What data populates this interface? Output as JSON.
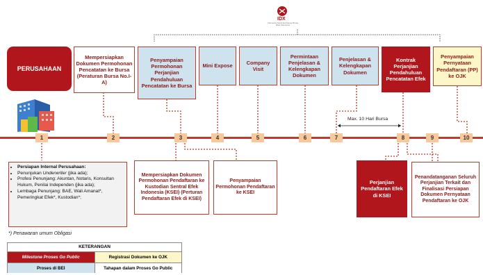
{
  "logo": {
    "text": "IDX",
    "tagline": "Indonesia Stock Exchange Bursa Efek Indonesia"
  },
  "company_label": "PERUSAHAAN",
  "top_boxes": [
    {
      "text": "Mempersiapkan Dokumen Permohonan Pencatatan ke Bursa (Peraturan Bursa No.I-A)",
      "style": "white"
    },
    {
      "text": "Penyampaian Permohonan Perjanjian Pendahuluan Pencatatan ke Bursa",
      "style": "blue"
    },
    {
      "text": "Mini Expose",
      "style": "blue"
    },
    {
      "text": "Company Visit",
      "style": "blue"
    },
    {
      "text": "Permintaan Penjelasan & Kelengkapan Dokumen",
      "style": "blue"
    },
    {
      "text": "Penjelasan & Kelengkapan Dokumen",
      "style": "blue"
    },
    {
      "text": "Kontrak Perjanjian Pendahuluan Pencatatan Efek",
      "style": "red"
    },
    {
      "text": "Penyampaian Pernyataan Pendaftaran (PP) ke OJK",
      "style": "yellow"
    }
  ],
  "steps": [
    "1",
    "2",
    "3",
    "4",
    "5",
    "6",
    "7",
    "8",
    "9",
    "10"
  ],
  "max_label": "Max. 10 Hari Bursa",
  "company_box": {
    "title": "Persiapan Internal Perusahaan:",
    "items": [
      {
        "pre": "Penunjukan ",
        "em": "Underwriter",
        "post": " (jika ada);"
      },
      {
        "pre": "Profesi Penunjang: Akuntan, Notaris, Konsultan Hukum, Penilai Independen (jika ada);",
        "em": "",
        "post": ""
      },
      {
        "pre": "Lembaga Penunjang: BAE, Wali Amanat*, Pemeringkat Efek*, Kustodian*;",
        "em": "",
        "post": ""
      }
    ]
  },
  "bottom_boxes": [
    {
      "text": "Mempersiapkan Dokumen Permohonan Pendaftaran ke Kustodian Sentral Efek Indonesia (KSEI) (Perturan Pendaftaran Efek di KSEI)",
      "style": "white"
    },
    {
      "text": "Penyampaian Permohonan Pendaftaran ke KSEI",
      "style": "white"
    },
    {
      "text": "Perjanjian Pendaftaran Efek di KSEI",
      "style": "red"
    },
    {
      "text": "Penandatanganan Seluruh Perjanjian Terkait dan Finalisasi Persiapan Dokumen Pernyataan Pendaftaran ke OJK",
      "style": "white"
    }
  ],
  "footnote": "*) Penawaran umum Obligasi",
  "legend": {
    "title": "KETERANGAN",
    "milestone": "Milestone Proses Go Public",
    "ojk": "Registrasi Dokumen ke OJK",
    "bei": "Proses di BEI",
    "tahapan": "Tahapan dalam Proses Go Public"
  },
  "colors": {
    "red": "#b0161b",
    "blue": "#cfe3ee",
    "yellow": "#fdf6c8",
    "timeline": "#c0392b",
    "step": "#f6c89a"
  }
}
